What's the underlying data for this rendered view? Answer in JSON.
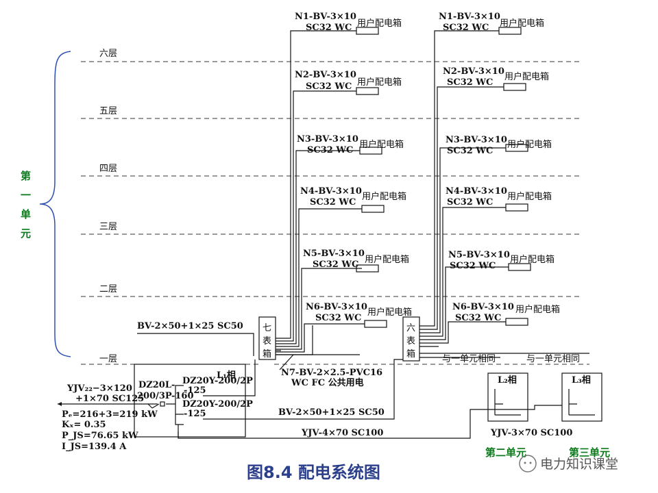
{
  "floors": [
    "六层",
    "五层",
    "四层",
    "三层",
    "二层",
    "一层"
  ],
  "unit_label": [
    "第",
    "一",
    "单",
    "元"
  ],
  "branches_left": [
    {
      "cable": "N1-BV-3×10",
      "conduit": "SC32 WC",
      "box": "用户配电箱"
    },
    {
      "cable": "N2-BV-3×10",
      "conduit": "SC32 WC",
      "box": "用户配电箱"
    },
    {
      "cable": "N3-BV-3×10",
      "conduit": "SC32 WC",
      "box": "用户配电箱"
    },
    {
      "cable": "N4-BV-3×10",
      "conduit": "SC32 WC",
      "box": "用户配电箱"
    },
    {
      "cable": "N5-BV-3×10",
      "conduit": "SC32 WC",
      "box": "用户配电箱"
    },
    {
      "cable": "N6-BV-3×10",
      "conduit": "SC32 WC",
      "box": "用户配电箱"
    }
  ],
  "branches_right": [
    {
      "cable": "N1-BV-3×10",
      "conduit": "SC32 WC",
      "box": "用户配电箱"
    },
    {
      "cable": "N2-BV-3×10",
      "conduit": "SC32 WC",
      "box": "用户配电箱"
    },
    {
      "cable": "N3-BV-3×10",
      "conduit": "SC32 WC",
      "box": "用户配电箱"
    },
    {
      "cable": "N4-BV-3×10",
      "conduit": "SC32 WC",
      "box": "用户配电箱"
    },
    {
      "cable": "N5-BV-3×10",
      "conduit": "SC32 WC",
      "box": "用户配电箱"
    },
    {
      "cable": "N6-BV-3×10",
      "conduit": "SC32 WC",
      "box": "用户配电箱"
    }
  ],
  "meter_box_7": "七表箱",
  "meter_box_6": "六表箱",
  "feeder_top": "BV-2×50+1×25 SC50",
  "feeder_bottom": "BV-2×50+1×25 SC50",
  "public_line_1": "N7-BV-2×2.5-PVC16",
  "public_line_2": "WC FC 公共用电",
  "same_as_unit1_a": "与一单元相同",
  "same_as_unit1_b": "与一单元相同",
  "phase_l1": "L₁相",
  "phase_l2": "L₂相",
  "phase_l3": "L₃相",
  "incoming_1": "YJV₂₂−3×120",
  "incoming_2": "+1×70 SC125",
  "main_breaker_1": "DZ20L-",
  "main_breaker_2": "200/3P-160",
  "sub_breaker_a1": "DZ20Y-200/2P",
  "sub_breaker_a2": "-125",
  "sub_breaker_b1": "DZ20Y-200/2P",
  "sub_breaker_b2": "-125",
  "calc_pe": "Pₑ=216+3=219 kW",
  "calc_kx": "Kₓ= 0.35",
  "calc_pjs": "P_JS=76.65 kW",
  "calc_ijs": "I_JS=139.4 A",
  "cable_unit2": "YJV-4×70 SC100",
  "cable_unit3": "YJV-3×70 SC100",
  "unit2_label": "第二单元",
  "unit3_label": "第三单元",
  "caption": "图8.4  配电系统图",
  "watermark": "电力知识课堂"
}
